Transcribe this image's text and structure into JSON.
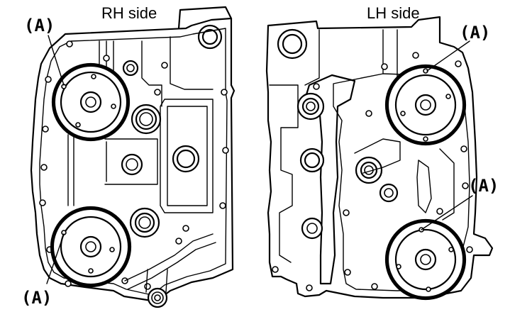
{
  "labels": {
    "rh_title": "RH side",
    "lh_title": "LH side",
    "callouts": [
      "(A)",
      "(A)",
      "(A)",
      "(A)"
    ]
  },
  "colors": {
    "line": "#000000",
    "background": "#ffffff"
  }
}
